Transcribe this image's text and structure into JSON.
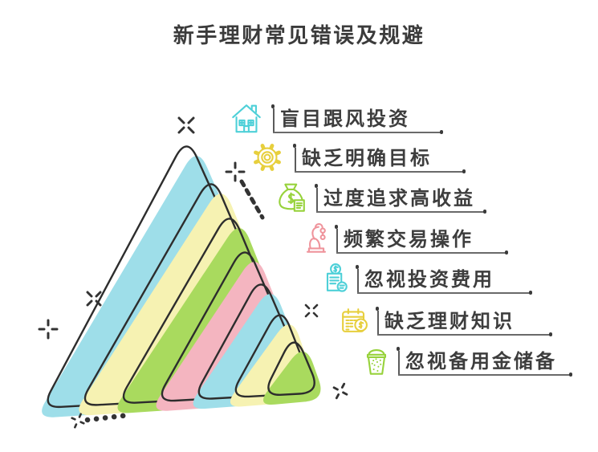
{
  "title": {
    "text": "新手理财常见错误及规避"
  },
  "items": [
    {
      "label": "盲目跟风投资",
      "icon": "house-icon",
      "color": "#4ed0d8"
    },
    {
      "label": "缺乏明确目标",
      "icon": "gear-icon",
      "color": "#e7cf3d"
    },
    {
      "label": "过度追求高收益",
      "icon": "money-bag-icon",
      "color": "#97d23b"
    },
    {
      "label": "频繁交易操作",
      "icon": "trading-machine-icon",
      "color": "#ef949c"
    },
    {
      "label": "忽视投资费用",
      "icon": "fees-receipt-icon",
      "color": "#4ed0d8"
    },
    {
      "label": "缺乏理财知识",
      "icon": "calendar-coin-icon",
      "color": "#e7cf3d"
    },
    {
      "label": "忽视备用金储备",
      "icon": "savings-bucket-icon",
      "color": "#97d23b"
    }
  ],
  "pyramid": {
    "layers": [
      {
        "name": "pyramid-layer-1",
        "color": "#9edee9"
      },
      {
        "name": "pyramid-layer-2",
        "color": "#f6f2b2"
      },
      {
        "name": "pyramid-layer-3",
        "color": "#a9da5e"
      },
      {
        "name": "pyramid-layer-4",
        "color": "#f4b5c0"
      },
      {
        "name": "pyramid-layer-5",
        "color": "#9edee9"
      },
      {
        "name": "pyramid-layer-6",
        "color": "#f6f2b2"
      },
      {
        "name": "pyramid-layer-7",
        "color": "#a9da5e"
      }
    ]
  },
  "decorative_icons": [
    "sparkle-x-icon",
    "sparkle-burst-icon",
    "dashed-stroke-icon",
    "dotted-stroke-icon"
  ],
  "colors": {
    "background": "#ffffff",
    "outline": "#2d2d2d",
    "title_text": "#3b3b3b",
    "label_text": "#3d3d3d",
    "label_line": "#6a6a6a",
    "decoration": "#333333"
  }
}
